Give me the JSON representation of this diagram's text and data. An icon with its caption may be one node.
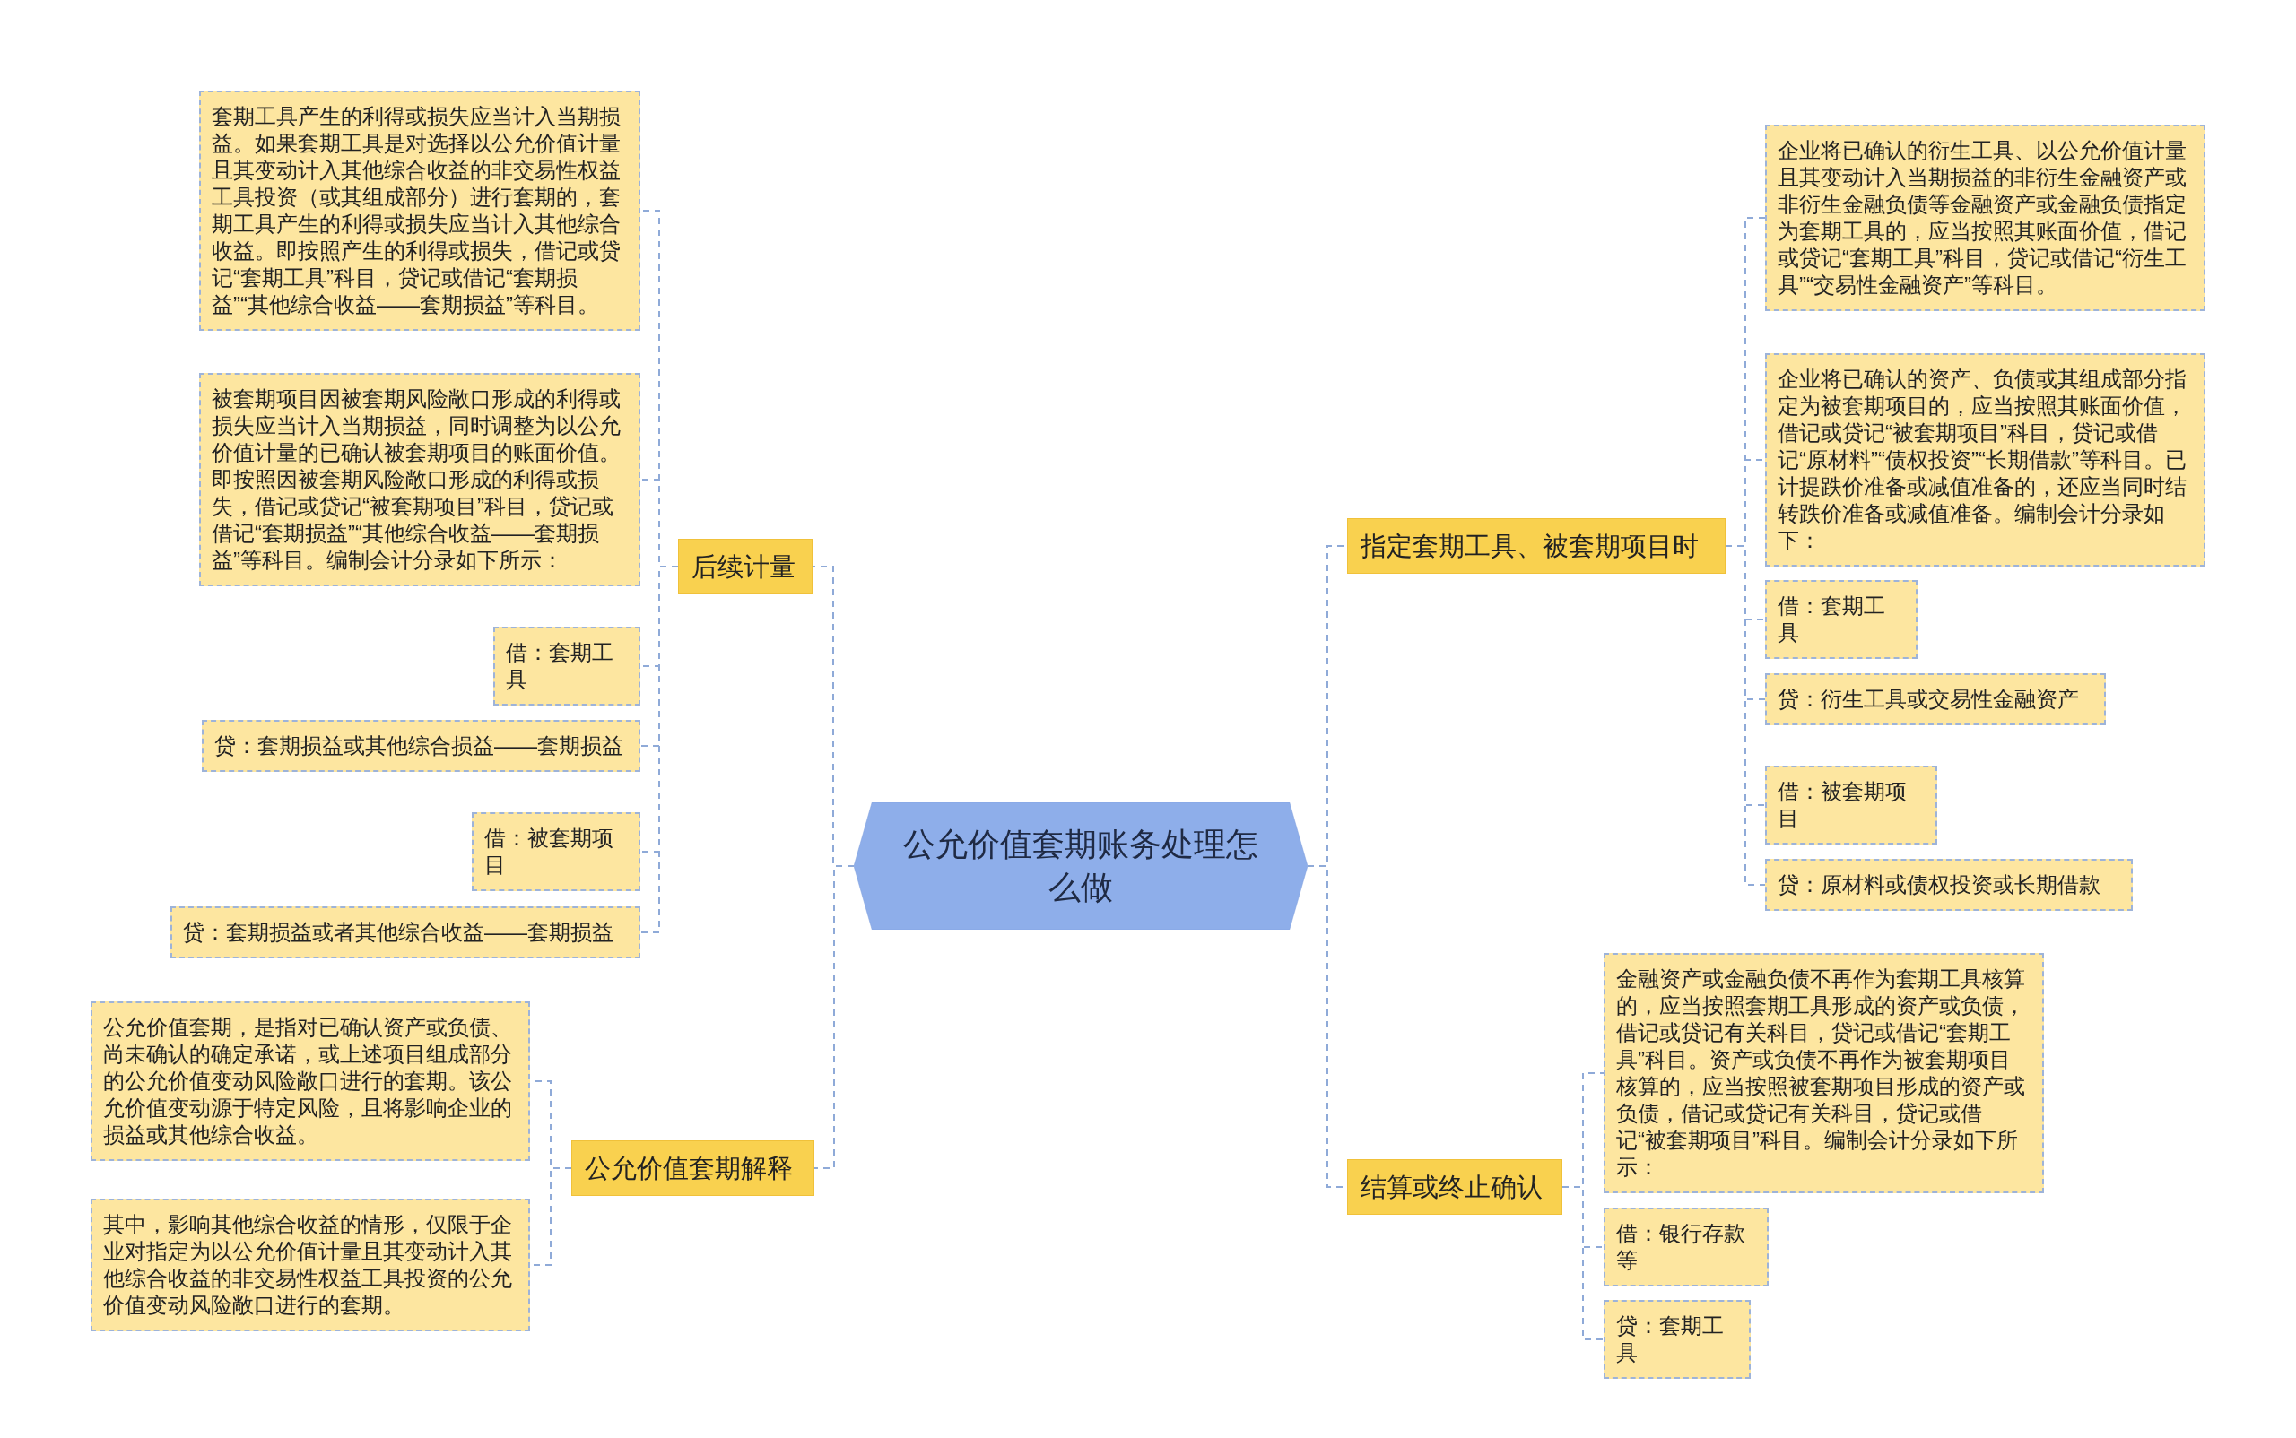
{
  "diagram": {
    "nodes": [
      {
        "text": [
          "公允价值套期账务处理怎么做"
        ]
      },
      {
        "text": [
          "后续计量"
        ]
      },
      {
        "text": [
          "套期工具产生的利得或损失应当计入当期损益。如果套期工具是对选择以公允价值计量且其变动计入其他综合收益的非交易性权益工具投资（或其组成部分）进行套期的，套期工具产生的利得或损失应当计入其他综合收益。即按照产生的利得或损失，借记或贷记“套期工具”科目，贷记或借记“套期损益”“其他综合收益——套期损益”等科目。"
        ]
      },
      {
        "text": [
          "被套期项目因被套期风险敞口形成的利得或损失应当计入当期损益，同时调整为以公允价值计量的已确认被套期项目的账面价值。即按照因被套期风险敞口形成的利得或损失，借记或贷记“被套期项目”科目，贷记或借记“套期损益”“其他综合收益——套期损益”等科目。编制会计分录如下所示："
        ]
      },
      {
        "text": [
          "借：套期工具"
        ]
      },
      {
        "text": [
          "贷：套期损益或其他综合损益——套期损益"
        ]
      },
      {
        "text": [
          "借：被套期项目"
        ]
      },
      {
        "text": [
          "贷：套期损益或者其他综合收益——套期损益"
        ]
      },
      {
        "text": [
          "公允价值套期解释"
        ]
      },
      {
        "text": [
          "公允价值套期，是指对已确认资产或负债、尚未确认的确定承诺，或上述项目组成部分的公允价值变动风险敞口进行的套期。该公允价值变动源于特定风险，且将影响企业的损益或其他综合收益。"
        ]
      },
      {
        "text": [
          "其中，影响其他综合收益的情形，仅限于企业对指定为以公允价值计量且其变动计入其他综合收益的非交易性权益工具投资的公允价值变动风险敞口进行的套期。"
        ]
      },
      {
        "text": [
          "指定套期工具、被套期项目时"
        ]
      },
      {
        "text": [
          "企业将已确认的衍生工具、以公允价值计量且其变动计入当期损益的非衍生金融资产或非衍生金融负债等金融资产或金融负债指定为套期工具的，应当按照其账面价值，借记或贷记“套期工具”科目，贷记或借记“衍生工具”“交易性金融资产”等科目。"
        ]
      },
      {
        "text": [
          "企业将已确认的资产、负债或其组成部分指定为被套期项目的，应当按照其账面价值，借记或贷记“被套期项目”科目，贷记或借记“原材料”“债权投资”“长期借款”等科目。已计提跌价准备或减值准备的，还应当同时结转跌价准备或减值准备。编制会计分录如下："
        ]
      },
      {
        "text": [
          "借：套期工具"
        ]
      },
      {
        "text": [
          "贷：衍生工具或交易性金融资产"
        ]
      },
      {
        "text": [
          "借：被套期项目"
        ]
      },
      {
        "text": [
          "贷：原材料或债权投资或长期借款"
        ]
      },
      {
        "text": [
          "结算或终止确认"
        ]
      },
      {
        "text": [
          "金融资产或金融负债不再作为套期工具核算的，应当按照套期工具形成的资产或负债，借记或贷记有关科目，贷记或借记“套期工具”科目。资产或负债不再作为被套期项目核算的，应当按照被套期项目形成的资产或负债，借记或贷记有关科目，贷记或借记“被套期项目”科目。编制会计分录如下所示："
        ]
      },
      {
        "text": [
          "借：银行存款等"
        ]
      },
      {
        "text": [
          "贷：套期工具"
        ]
      }
    ],
    "edges": [
      {
        "from": 0,
        "to": 1,
        "arrow": "none"
      },
      {
        "from": 1,
        "to": 2,
        "arrow": "none"
      },
      {
        "from": 1,
        "to": 3,
        "arrow": "none"
      },
      {
        "from": 1,
        "to": 4,
        "arrow": "none"
      },
      {
        "from": 1,
        "to": 5,
        "arrow": "none"
      },
      {
        "from": 1,
        "to": 6,
        "arrow": "none"
      },
      {
        "from": 1,
        "to": 7,
        "arrow": "none"
      },
      {
        "from": 0,
        "to": 8,
        "arrow": "none"
      },
      {
        "from": 8,
        "to": 9,
        "arrow": "none"
      },
      {
        "from": 8,
        "to": 10,
        "arrow": "none"
      },
      {
        "from": 0,
        "to": 11,
        "arrow": "none"
      },
      {
        "from": 11,
        "to": 12,
        "arrow": "none"
      },
      {
        "from": 11,
        "to": 13,
        "arrow": "none"
      },
      {
        "from": 11,
        "to": 14,
        "arrow": "none"
      },
      {
        "from": 11,
        "to": 15,
        "arrow": "none"
      },
      {
        "from": 11,
        "to": 16,
        "arrow": "none"
      },
      {
        "from": 11,
        "to": 17,
        "arrow": "none"
      },
      {
        "from": 0,
        "to": 18,
        "arrow": "none"
      },
      {
        "from": 18,
        "to": 19,
        "arrow": "none"
      },
      {
        "from": 18,
        "to": 20,
        "arrow": "none"
      },
      {
        "from": 18,
        "to": 21,
        "arrow": "none"
      }
    ]
  }
}
